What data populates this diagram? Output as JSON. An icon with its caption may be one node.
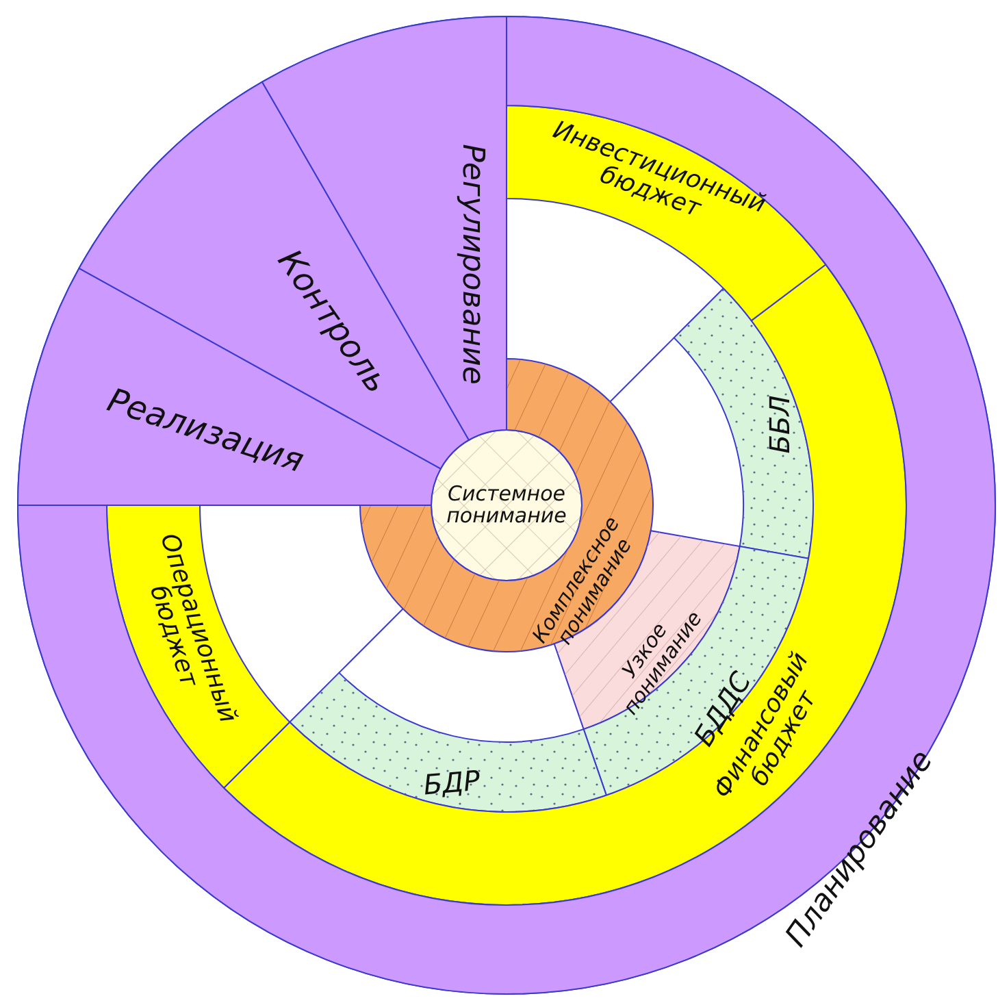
{
  "diagram": {
    "nodes": [
      {
        "text": [
          "Системное понимание"
        ]
      },
      {
        "text": [
          "Комплексное понимание"
        ]
      },
      {
        "text": [
          "Узкое понимание"
        ]
      },
      {
        "text": [
          "ББЛ"
        ]
      },
      {
        "text": [
          "БДДС"
        ]
      },
      {
        "text": [
          "БДР"
        ]
      },
      {
        "text": [
          "Инвестиционный бюджет"
        ]
      },
      {
        "text": [
          "Финансовый бюджет"
        ]
      },
      {
        "text": [
          "Операционный бюджет"
        ]
      },
      {
        "text": [
          "Планирование"
        ]
      },
      {
        "text": [
          "Реализация"
        ]
      },
      {
        "text": [
          "Контроль"
        ]
      },
      {
        "text": [
          "Регулирование"
        ]
      }
    ]
  }
}
